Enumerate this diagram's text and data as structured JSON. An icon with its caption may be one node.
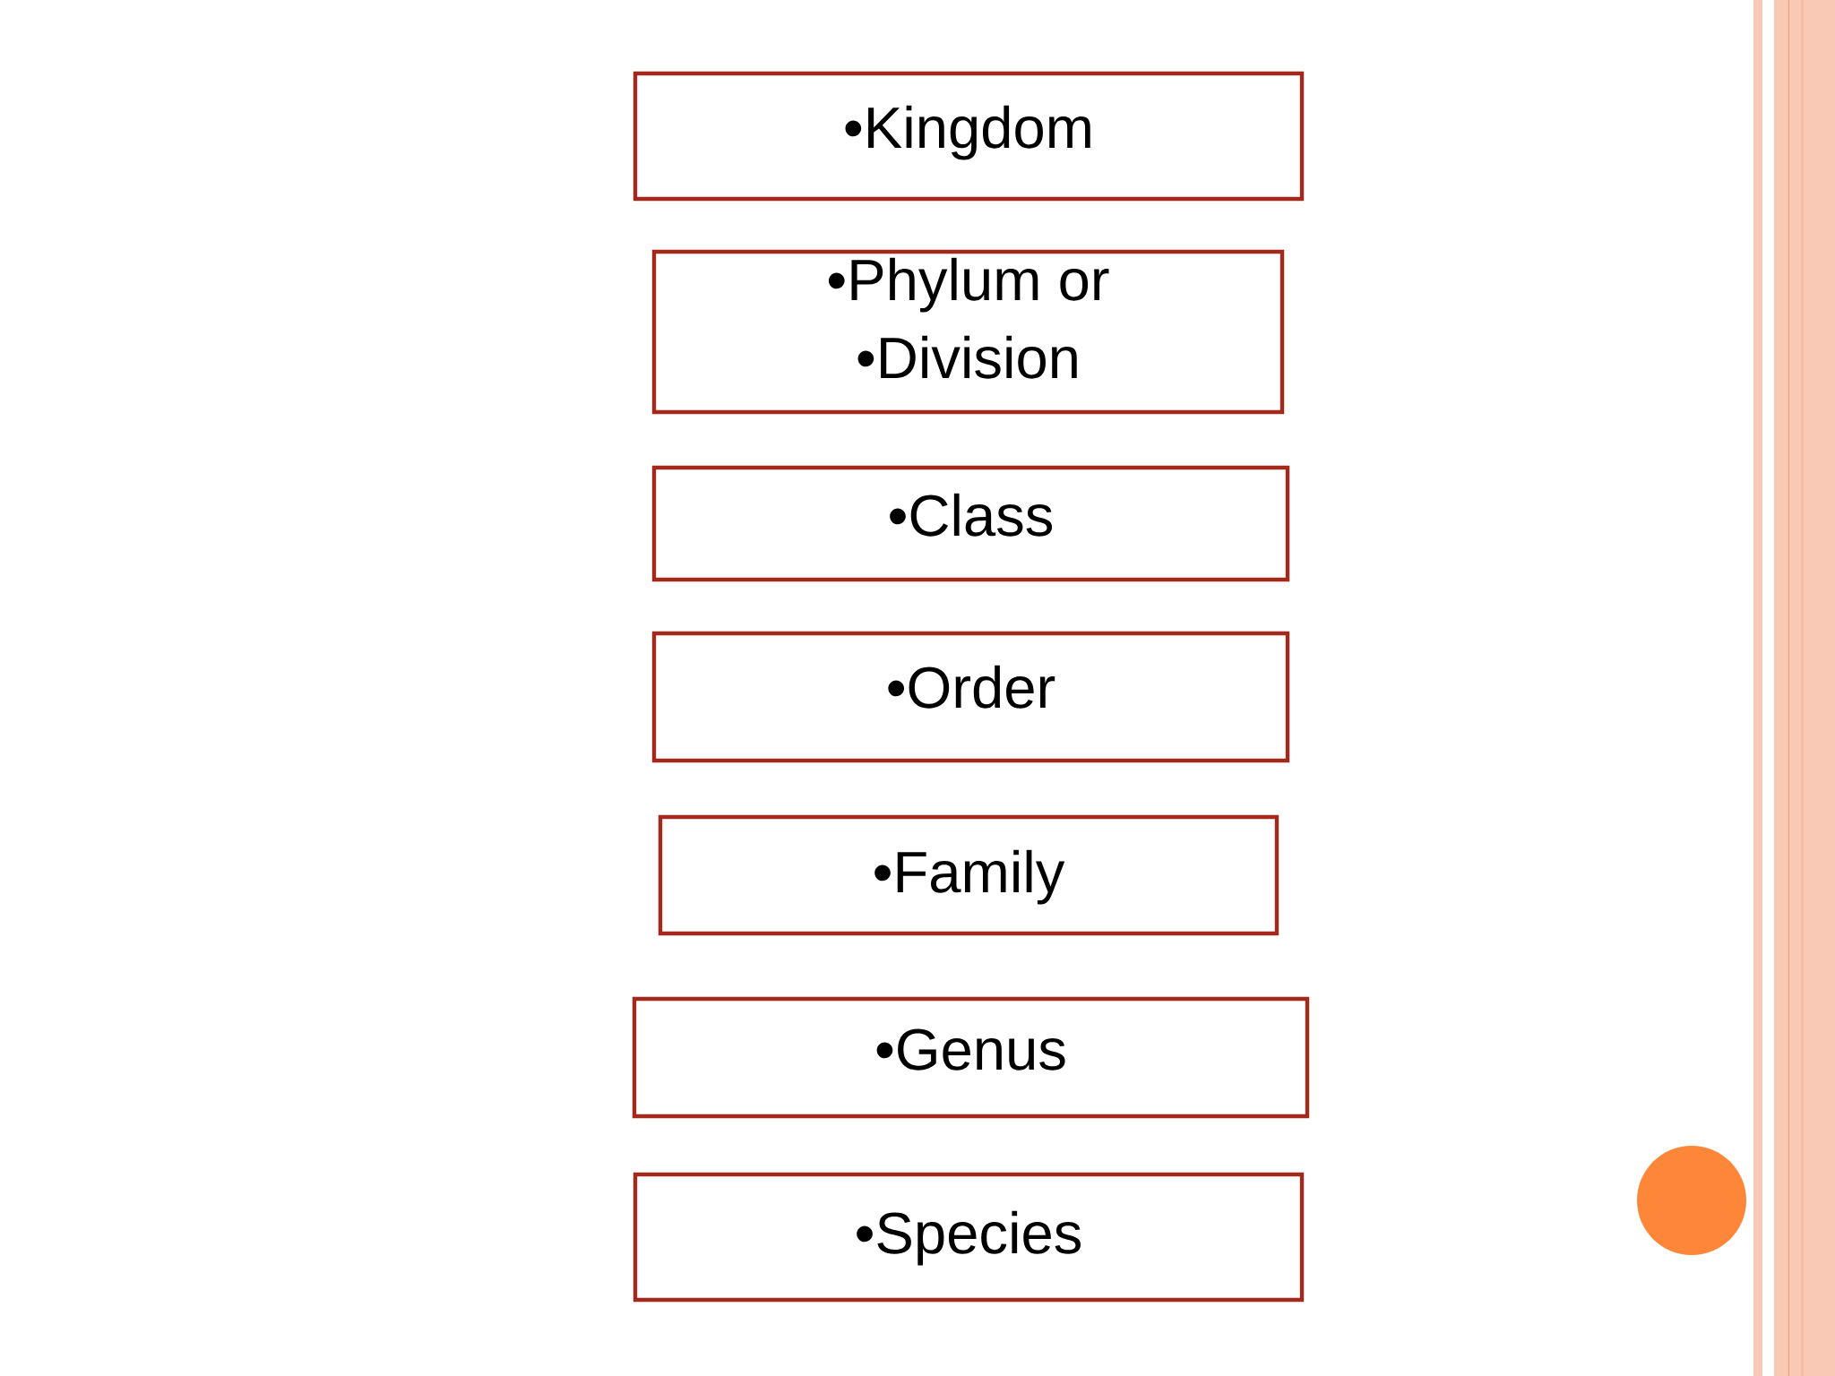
{
  "diagram": {
    "nodes": [
      {
        "text": [
          "•Kingdom"
        ]
      },
      {
        "text": [
          "•Phylum or",
          "•Division"
        ]
      },
      {
        "text": [
          "•Class"
        ]
      },
      {
        "text": [
          "•Order"
        ]
      },
      {
        "text": [
          "•Family"
        ]
      },
      {
        "text": [
          "•Genus"
        ]
      },
      {
        "text": [
          "•Species"
        ]
      }
    ]
  }
}
